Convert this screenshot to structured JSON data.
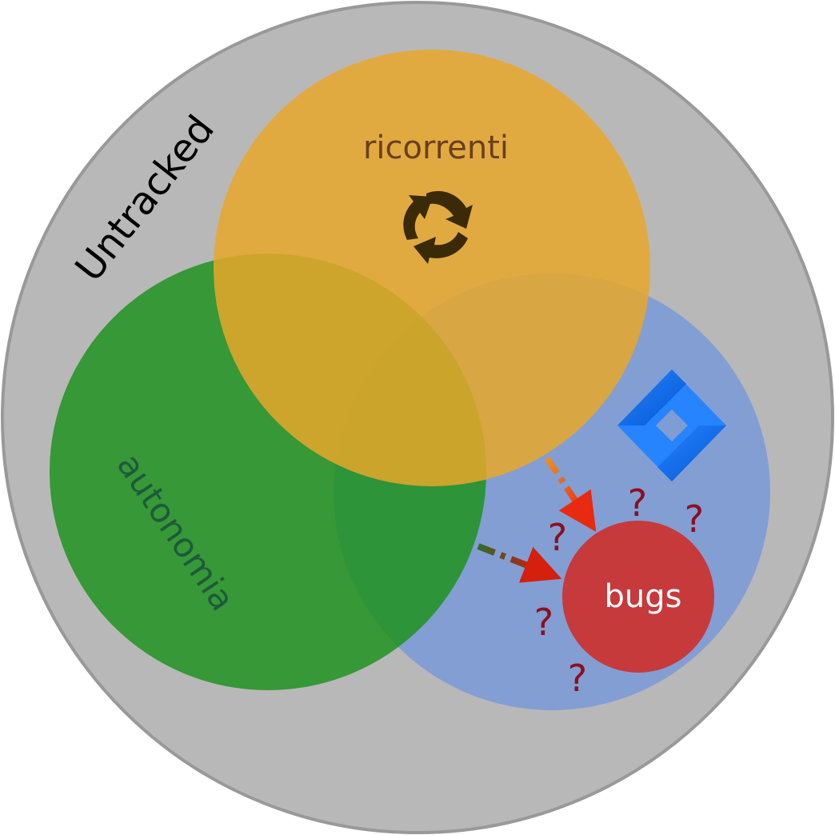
{
  "diagram": {
    "outer": {
      "label": "Untracked",
      "color": "#b8b8b8",
      "stroke": "#999999"
    },
    "ricorrenti": {
      "label": "ricorrenti",
      "color": "#e3a72f",
      "label_color": "#6b3f1c",
      "icon": "recycle-arrows-icon"
    },
    "autonomia": {
      "label": "autonomia",
      "color": "#2a922a",
      "label_color": "#1f5a3a"
    },
    "tracked": {
      "color": "#7f9cd3",
      "icon": "jira-logo-icon"
    },
    "bugs": {
      "label": "bugs",
      "color": "#c63a3c",
      "label_color": "#ffffff"
    },
    "question_marks": [
      "?",
      "?",
      "?",
      "?",
      "?",
      "?"
    ],
    "question_color": "#8b1020",
    "arrows": [
      {
        "from": "ricorrenti",
        "to": "bugs"
      },
      {
        "from": "autonomia",
        "to": "bugs"
      }
    ]
  }
}
